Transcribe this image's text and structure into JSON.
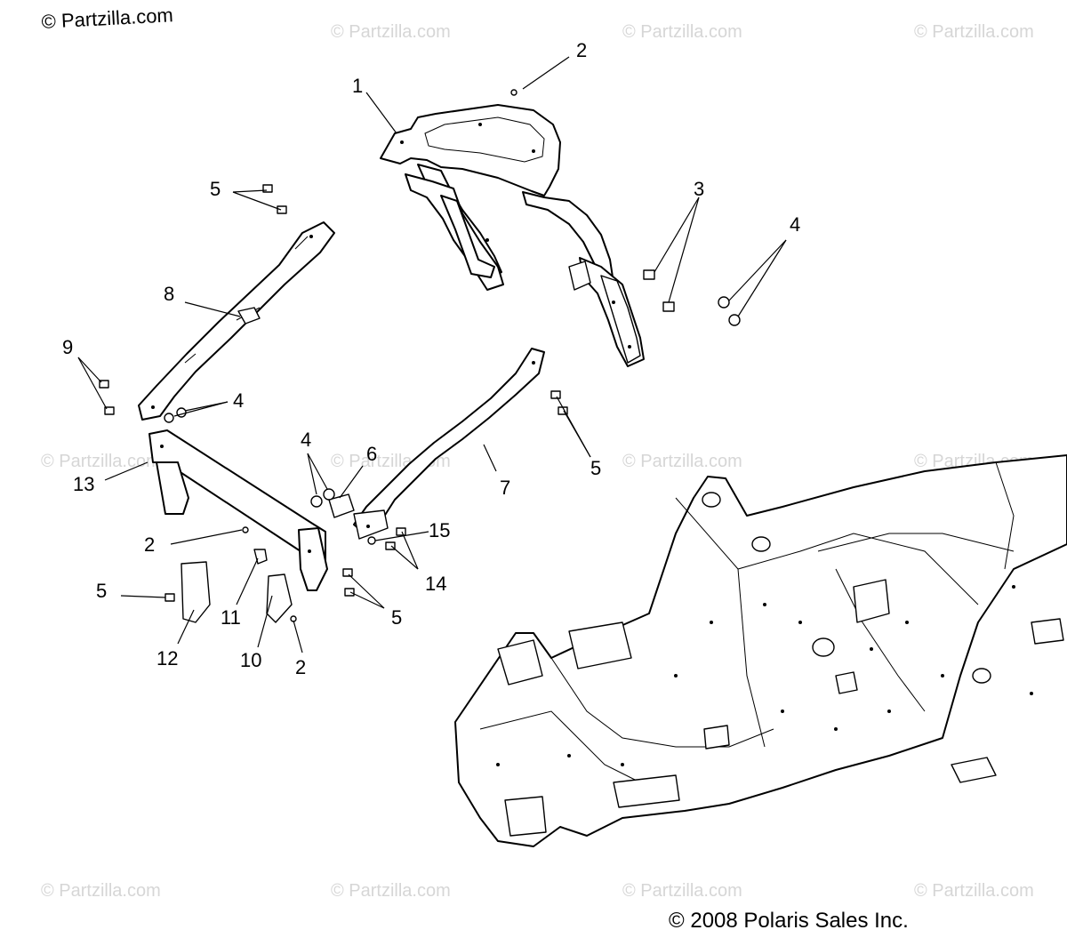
{
  "watermark_text": "© Partzilla.com",
  "brand_mark": "© Partzilla.com",
  "copyright": "© 2008 Polaris Sales Inc.",
  "callouts": {
    "c1": "1",
    "c2a": "2",
    "c2b": "2",
    "c2c": "2",
    "c3": "3",
    "c4a": "4",
    "c4b": "4",
    "c4c": "4",
    "c5a": "5",
    "c5b": "5",
    "c5c": "5",
    "c5d": "5",
    "c6": "6",
    "c7": "7",
    "c8": "8",
    "c9": "9",
    "c10": "10",
    "c11": "11",
    "c12": "12",
    "c13": "13",
    "c14": "14",
    "c15": "15"
  }
}
